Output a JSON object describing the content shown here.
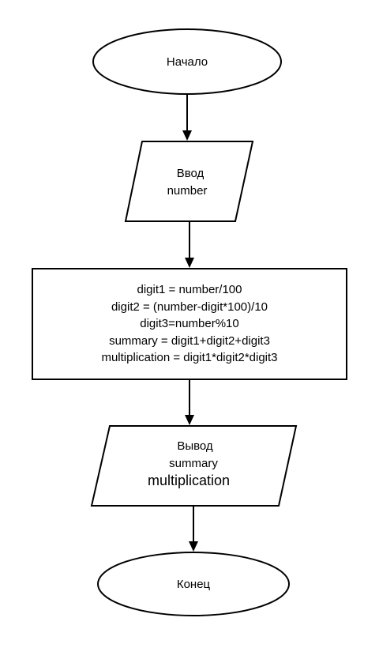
{
  "diagram": {
    "start": {
      "label": "Начало"
    },
    "input": {
      "line1": "Ввод",
      "line2": "number"
    },
    "process": {
      "lines": [
        "digit1 = number/100",
        "digit2 = (number-digit*100)/10",
        "digit3=number%10",
        "summary = digit1+digit2+digit3",
        "multiplication = digit1*digit2*digit3"
      ]
    },
    "output": {
      "line1": "Вывод",
      "line2": "summary",
      "line3": "multiplication"
    },
    "end": {
      "label": "Конец"
    }
  }
}
